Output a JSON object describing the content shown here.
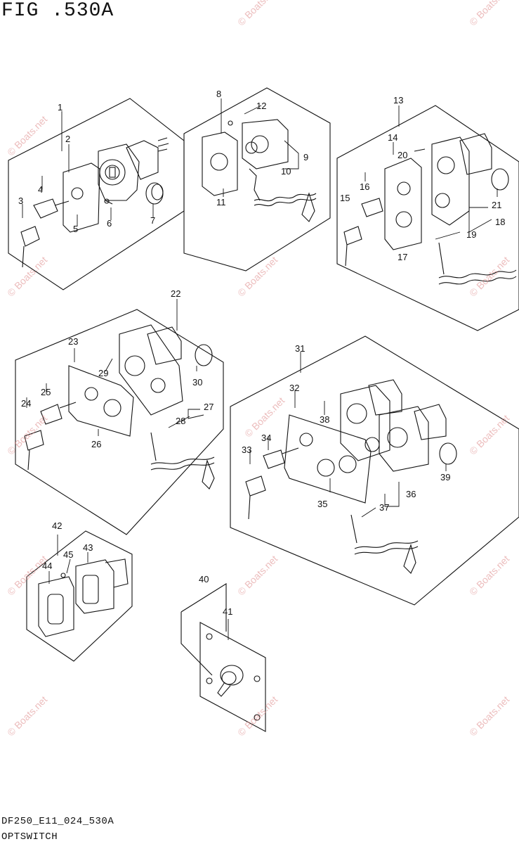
{
  "figure": {
    "title": "FIG .530A",
    "code": "DF250_E11_024_530A",
    "caption": "OPTSWITCH"
  },
  "watermark": "© Boats.net",
  "callouts": [
    "1",
    "2",
    "3",
    "4",
    "5",
    "6",
    "7",
    "8",
    "9",
    "10",
    "11",
    "12",
    "13",
    "14",
    "15",
    "16",
    "17",
    "18",
    "19",
    "20",
    "21",
    "22",
    "23",
    "24",
    "25",
    "26",
    "27",
    "28",
    "29",
    "30",
    "31",
    "32",
    "33",
    "34",
    "35",
    "36",
    "37",
    "38",
    "39",
    "40",
    "41",
    "42",
    "43",
    "44",
    "45"
  ],
  "colors": {
    "line": "#111111",
    "watermark": "#d88888"
  }
}
